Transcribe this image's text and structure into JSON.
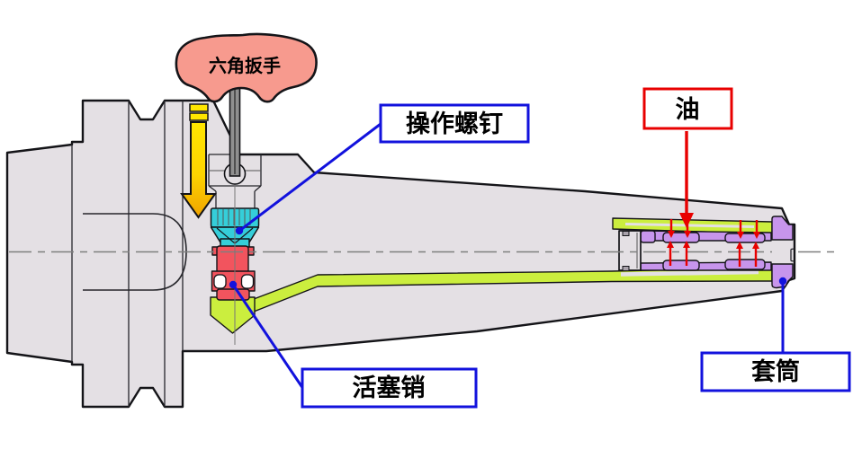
{
  "labels": {
    "hex_wrench": "六角扳手",
    "operation_screw": "操作螺钉",
    "oil": "油",
    "piston_pin": "活塞销",
    "sleeve": "套筒"
  },
  "icons": {
    "press_down_arrow": "yellow-down-arrow",
    "oil_flow_arrows": "red-pressure-arrows"
  },
  "colors": {
    "body": "#e4e0e4",
    "outline": "#141418",
    "green": "#cbee3e",
    "cyan": "#35ced9",
    "red": "#f2545e",
    "purple": "#c795ec",
    "pink": "#f79a8e",
    "yellow": "#ffe600",
    "orange": "#f0a300",
    "blue": "#1212dd",
    "oilred": "#e80000",
    "centerline": "#7f7f7f",
    "shaftgray": "#8f8f8f"
  }
}
